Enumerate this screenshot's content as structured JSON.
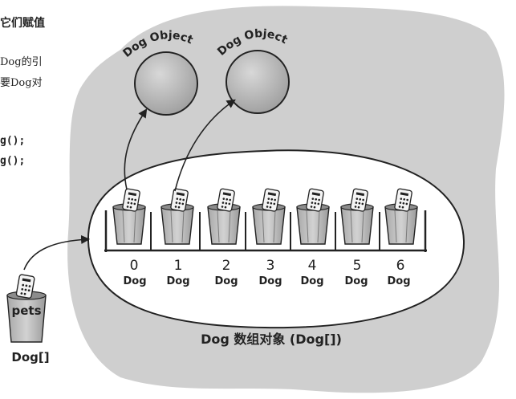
{
  "left_text": {
    "line1": "它们赋值",
    "line2": "Dog的引",
    "line3": "要Dog对",
    "code1": "g();",
    "code2": "g();"
  },
  "objects": [
    {
      "label": "Dog Object"
    },
    {
      "label": "Dog Object"
    }
  ],
  "array": {
    "caption": "Dog 数组对象 (Dog[])",
    "slots": [
      {
        "index": "0",
        "type": "Dog"
      },
      {
        "index": "1",
        "type": "Dog"
      },
      {
        "index": "2",
        "type": "Dog"
      },
      {
        "index": "3",
        "type": "Dog"
      },
      {
        "index": "4",
        "type": "Dog"
      },
      {
        "index": "5",
        "type": "Dog"
      },
      {
        "index": "6",
        "type": "Dog"
      }
    ]
  },
  "variable": {
    "name": "pets",
    "type": "Dog[]"
  },
  "colors": {
    "heap": "#cfcfcf",
    "ball": "#bdbdbd",
    "cup": "#c4c4c4",
    "ink": "#222222"
  }
}
